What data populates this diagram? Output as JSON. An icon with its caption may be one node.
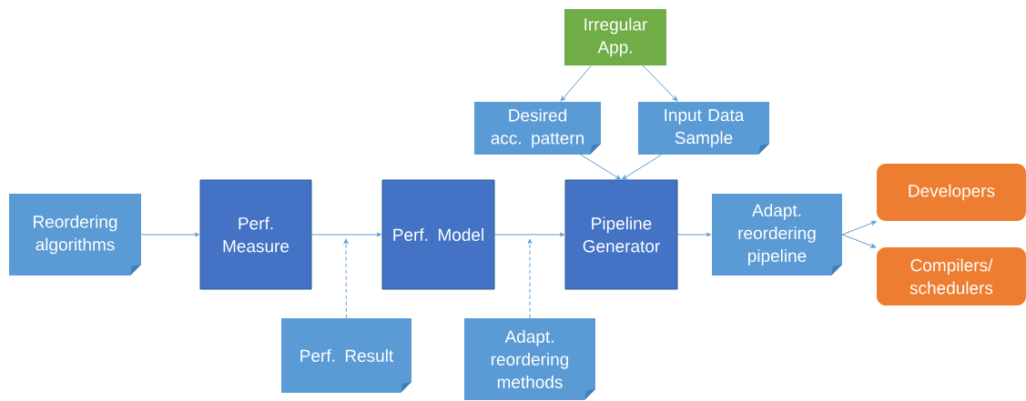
{
  "diagram": {
    "nodes": [
      {
        "text": [
          "Irregular App."
        ]
      },
      {
        "text": [
          "Desired acc. pattern"
        ]
      },
      {
        "text": [
          "Input Data Sample"
        ]
      },
      {
        "text": [
          "Reordering algorithms"
        ]
      },
      {
        "text": [
          "Perf. Measure"
        ]
      },
      {
        "text": [
          "Perf. Model"
        ]
      },
      {
        "text": [
          "Pipeline Generator"
        ]
      },
      {
        "text": [
          "Adapt. reordering pipeline"
        ]
      },
      {
        "text": [
          "Developers"
        ]
      },
      {
        "text": [
          "Compilers/ schedulers"
        ]
      },
      {
        "text": [
          "Perf. Result"
        ]
      },
      {
        "text": [
          "Adapt. reordering methods"
        ]
      }
    ],
    "edges": [
      {
        "from": 0,
        "to": 1,
        "arrow": "to"
      },
      {
        "from": 0,
        "to": 2,
        "arrow": "to"
      },
      {
        "from": 1,
        "to": 6,
        "arrow": "to"
      },
      {
        "from": 2,
        "to": 6,
        "arrow": "to"
      },
      {
        "from": 3,
        "to": 4,
        "arrow": "to"
      },
      {
        "from": 4,
        "to": 5,
        "arrow": "to"
      },
      {
        "from": 5,
        "to": 6,
        "arrow": "to"
      },
      {
        "from": 6,
        "to": 7,
        "arrow": "to"
      },
      {
        "from": 7,
        "to": 8,
        "arrow": "to"
      },
      {
        "from": 7,
        "to": 9,
        "arrow": "to"
      },
      {
        "from": 10,
        "to": null,
        "arrow": "to",
        "style": "dashed"
      },
      {
        "from": 11,
        "to": null,
        "arrow": "to",
        "style": "dashed"
      }
    ]
  }
}
